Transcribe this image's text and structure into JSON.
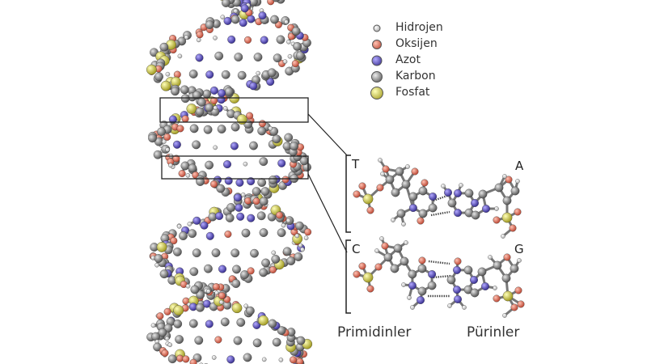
{
  "legend": {
    "items": [
      {
        "label": "Hidrojen",
        "color": "#e6e6e6",
        "icon": "hydrogen-atom-icon"
      },
      {
        "label": "Oksijen",
        "color": "#e8745f",
        "icon": "oxygen-atom-icon"
      },
      {
        "label": "Azot",
        "color": "#5a4fc8",
        "icon": "nitrogen-atom-icon"
      },
      {
        "label": "Karbon",
        "color": "#8c8c8c",
        "icon": "carbon-atom-icon"
      },
      {
        "label": "Fosfat",
        "color": "#e3e04a",
        "icon": "phosphate-atom-icon"
      }
    ]
  },
  "base_pairs": {
    "top": {
      "left_base": "T",
      "right_base": "A"
    },
    "bottom": {
      "left_base": "C",
      "right_base": "G"
    }
  },
  "captions": {
    "left": "Primidinler",
    "right": "Pürinler"
  }
}
